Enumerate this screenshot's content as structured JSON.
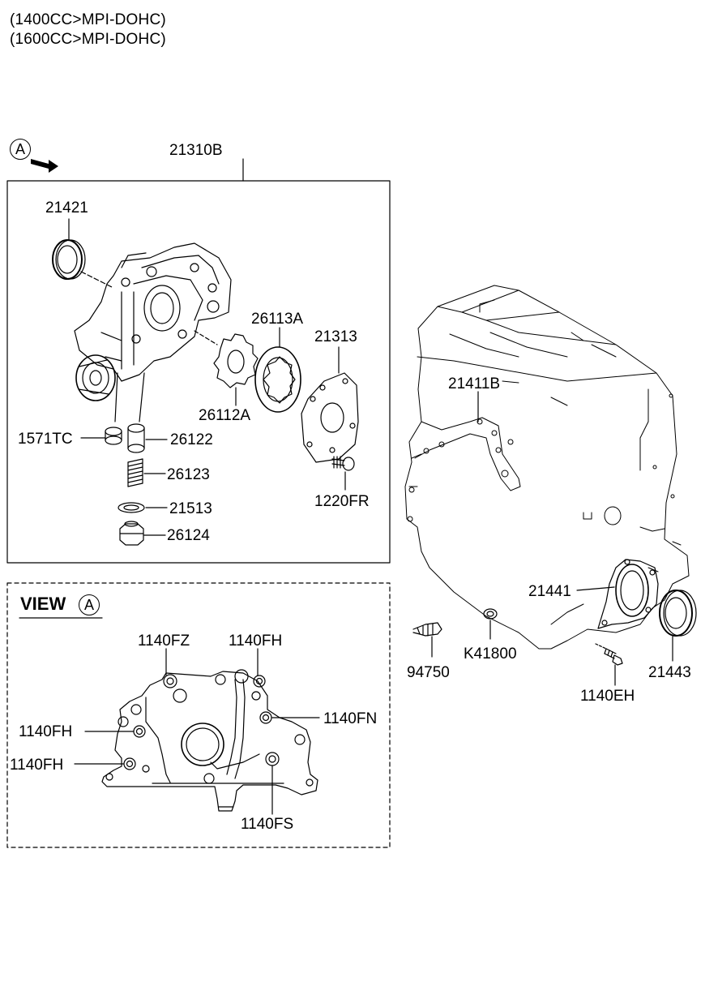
{
  "header": {
    "engine_line_1": "(1400CC>MPI-DOHC)",
    "engine_line_2": "(1600CC>MPI-DOHC)"
  },
  "view_marker": {
    "letter": "A"
  },
  "view_a": {
    "title": "VIEW",
    "letter": "A"
  },
  "parts": {
    "oil_pump_assembly": "21310B",
    "front_oil_seal": "21421",
    "drive_gear": "26113A",
    "pump_cover": "21313",
    "driven_gear": "26112A",
    "relief_plug_seal": "1571TC",
    "relief_plunger": "26122",
    "relief_spring": "26123",
    "gasket": "21513",
    "relief_plug": "26124",
    "cover_screw": "1220FR",
    "front_case_gasket": "21411B",
    "rear_seal_case": "21441",
    "rear_oil_seal": "21443",
    "oil_pressure_switch": "94750",
    "washer": "K41800",
    "rear_case_bolt": "1140EH",
    "bolt_fz": "1140FZ",
    "bolt_fh_top": "1140FH",
    "bolt_fn": "1140FN",
    "bolt_fh_mid": "1140FH",
    "bolt_fh_low": "1140FH",
    "bolt_fs": "1140FS"
  }
}
